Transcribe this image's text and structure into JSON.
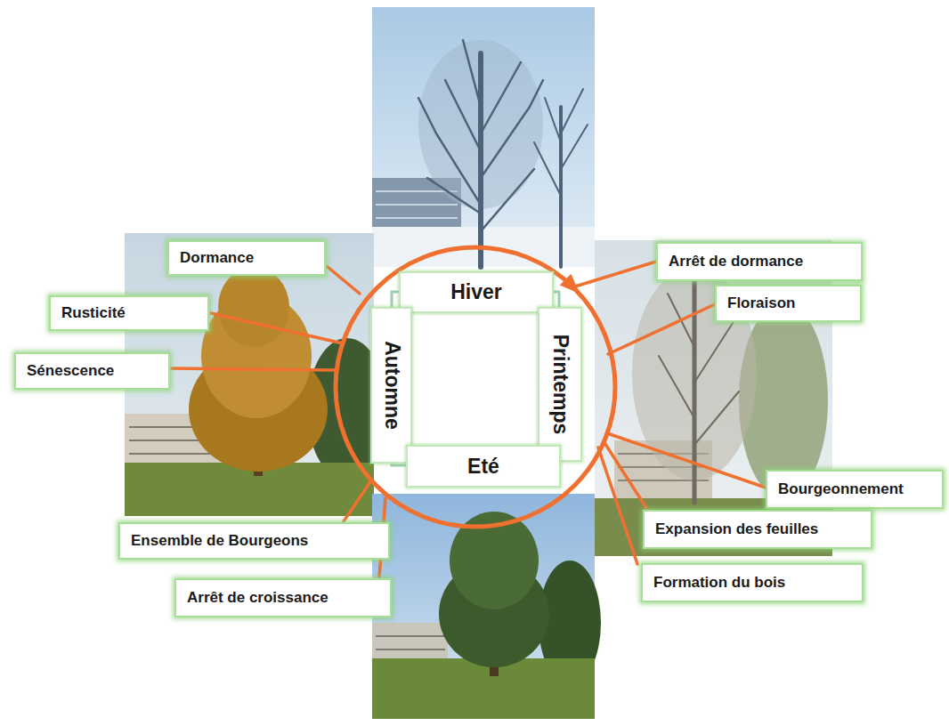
{
  "diagram": {
    "nodes": [
      {
        "text": [
          "Dormance"
        ]
      },
      {
        "text": [
          "Arrêt de dormance"
        ]
      },
      {
        "text": [
          "Hiver"
        ]
      },
      {
        "text": [
          "Rusticité"
        ]
      },
      {
        "text": [
          "Floraison"
        ]
      },
      {
        "text": [
          "Sénescence"
        ]
      },
      {
        "text": [
          "Automne"
        ]
      },
      {
        "text": [
          "Printemps"
        ]
      },
      {
        "text": [
          "Eté"
        ]
      },
      {
        "text": [
          "Bourgeonnement"
        ]
      },
      {
        "text": [
          "Ensemble de Bourgeons"
        ]
      },
      {
        "text": [
          "Expansion des feuilles"
        ]
      },
      {
        "text": [
          "Formation du bois"
        ]
      },
      {
        "text": [
          "Arrêt de croissance"
        ]
      }
    ]
  }
}
